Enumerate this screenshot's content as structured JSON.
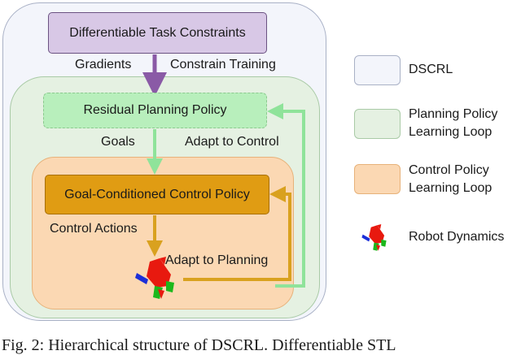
{
  "diagram": {
    "boxes": {
      "task_constraints": "Differentiable Task Constraints",
      "planning_policy": "Residual Planning Policy",
      "control_policy": "Goal-Conditioned Control Policy"
    },
    "edge_labels": {
      "gradients": "Gradients",
      "constrain_training": "Constrain Training",
      "goals": "Goals",
      "adapt_to_control": "Adapt to Control",
      "control_actions": "Control Actions",
      "adapt_to_planning": "Adapt to Planning"
    },
    "legend": [
      {
        "label": "DSCRL",
        "color": "#f3f5fb",
        "border": "#a9b1c6"
      },
      {
        "label": "Planning Policy\nLearning Loop",
        "line1": "Planning Policy",
        "line2": "Learning Loop",
        "color": "#e5f1e2",
        "border": "#a9caa6"
      },
      {
        "label": "Control Policy\nLearning Loop",
        "line1": "Control Policy",
        "line2": "Learning Loop",
        "color": "#fbd8b3",
        "border": "#e7b27a"
      },
      {
        "label": "Robot Dynamics",
        "icon": "robot-icon"
      }
    ],
    "colors": {
      "gradient_arrow": "#8a5aa6",
      "planning_arrow": "#8fe39a",
      "control_arrow": "#d9a11f"
    }
  },
  "caption": "Fig. 2: Hierarchical structure of DSCRL. Differentiable STL"
}
